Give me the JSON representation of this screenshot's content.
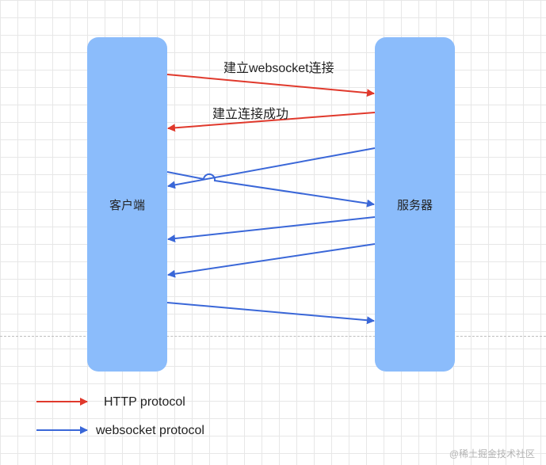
{
  "colors": {
    "lane_fill": "#8bbcfb",
    "http_arrow": "#e0392c",
    "websocket_arrow": "#3a67d8"
  },
  "lanes": {
    "client_label": "客户端",
    "server_label": "服务器"
  },
  "messages": {
    "establish_label": "建立websocket连接",
    "success_label": "建立连接成功"
  },
  "legend": {
    "http_label": "HTTP protocol",
    "websocket_label": "websocket protocol"
  },
  "watermark": "@稀土掘金技术社区"
}
